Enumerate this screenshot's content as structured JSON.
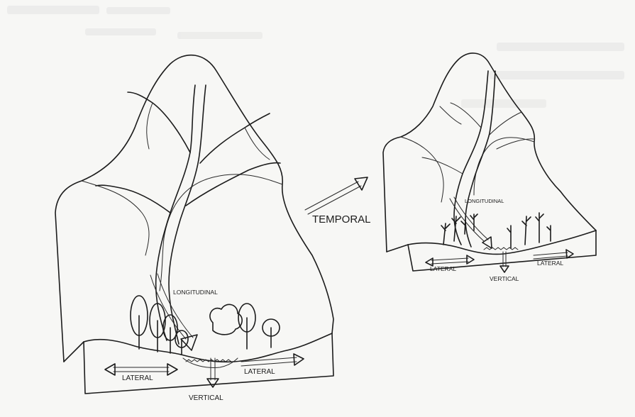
{
  "left_block": {
    "longitudinal": "LONGITUDINAL",
    "lateral_left": "LATERAL",
    "lateral_right": "LATERAL",
    "vertical": "VERTICAL"
  },
  "temporal": "TEMPORAL",
  "right_block": {
    "longitudinal": "LONGITUDINAL",
    "lateral_left": "LATERAL",
    "lateral_right": "LATERAL",
    "vertical": "VERTICAL"
  }
}
